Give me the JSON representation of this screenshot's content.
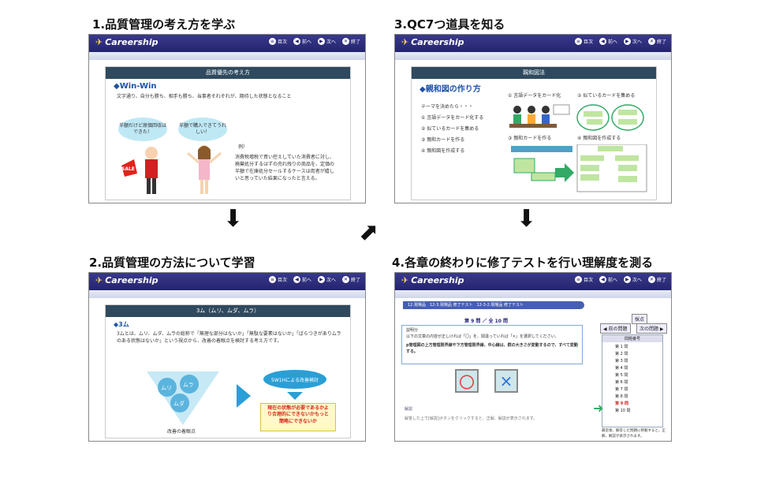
{
  "headings": {
    "step1": "1.品質管理の考え方を学ぶ",
    "step2": "2.品質管理の方法について学習",
    "step3": "3.QC7つ道具を知る",
    "step4": "4.各章の終わりに修了テストを行い理解度を測る"
  },
  "app": {
    "logo": "Careership",
    "nav": [
      "目次",
      "前へ",
      "次へ",
      "終了"
    ]
  },
  "panel1": {
    "slide_title": "品質優先の考え方",
    "section": "◆Win-Win",
    "body": "文字通り、自分も勝ち、相手も勝ち、当事者それぞれが、期待した状態となること",
    "bubble_left": "半額だけど原価回収はできた！",
    "bubble_right": "半額で購入できてうれしい！",
    "example_label": "例）",
    "example_text": "消費税増税で買い控えしていた消費者に対し、廃棄処分するはずの売れ残りの商品を、定価の半額で在庫処分セールするケースは両者が嬉しいと思っていた結果になったと言える。",
    "sale_tag": "SALE"
  },
  "panel2": {
    "slide_title": "3ム（ムリ、ムダ、ムラ）",
    "section": "◆3ム",
    "body": "3ムとは、ムリ、ムダ、ムラの総称で「無理な部分はないか」「無駄な要素はないか」「ばらつきがありムラのある状態はないか」という視点から、改善の着眼点を検討する考え方です。",
    "funnel": [
      "ムリ",
      "ムラ",
      "ムダ"
    ],
    "caption": "改善の着眼点",
    "badge": "5W1Hによる改善検討",
    "result": "現在の状態が必要であるかより合理的にできないかもっと簡略にできないか"
  },
  "panel3": {
    "slide_title": "親和図法",
    "section": "◆親和図の作り方",
    "intro": "テーマを決めたら・・・",
    "steps": [
      "① 言語データをカード化する",
      "② 似ているカードを集める",
      "③ 親和カードを作る",
      "④ 親和図を作成する"
    ],
    "fig_labels": [
      "① 言語データをカード化",
      "② 似ているカードを集める",
      "③ 親和カードを作る",
      "④ 親和図を作成する"
    ]
  },
  "panel4": {
    "breadcrumb": "12.現場品　12-3.現場品 修了テスト　12-3-2.現場品 修了テスト",
    "counter": "第 9 問 ／ 全 10 問",
    "instruction_label": "説明分",
    "instruction": "以下の文章の内容が正しければ「〇」を、間違っていれば「×」を選択してください。",
    "question": "p管理図の上方管理限界線や下方管理限界線、中心線は、群の大きさが変動するので、すべて変動する。",
    "answer_o": "〇",
    "answer_x": "×",
    "explain_label": "解説",
    "explain_text": "解答した上で[解説]ボタンをクリックすると、正解、解説が表示されます。",
    "grade_btn": "採点",
    "prev_btn": "◀ 前の問題",
    "next_btn": "次の問題 ▶",
    "list_title": "問題番号",
    "questions": [
      "第 1 問",
      "第 2 問",
      "第 3 問",
      "第 4 問",
      "第 5 問",
      "第 6 問",
      "第 7 問",
      "第 8 問",
      "第 9 問",
      "第 10 問"
    ],
    "footer": "最近後、解答した問題に移動すると、正解、解説が表示されます。"
  },
  "colors": {
    "accent": "#1a52a8",
    "titlebar": "#23236e",
    "slide_title": "#2f4a5e",
    "result_red": "#d62a1a"
  }
}
